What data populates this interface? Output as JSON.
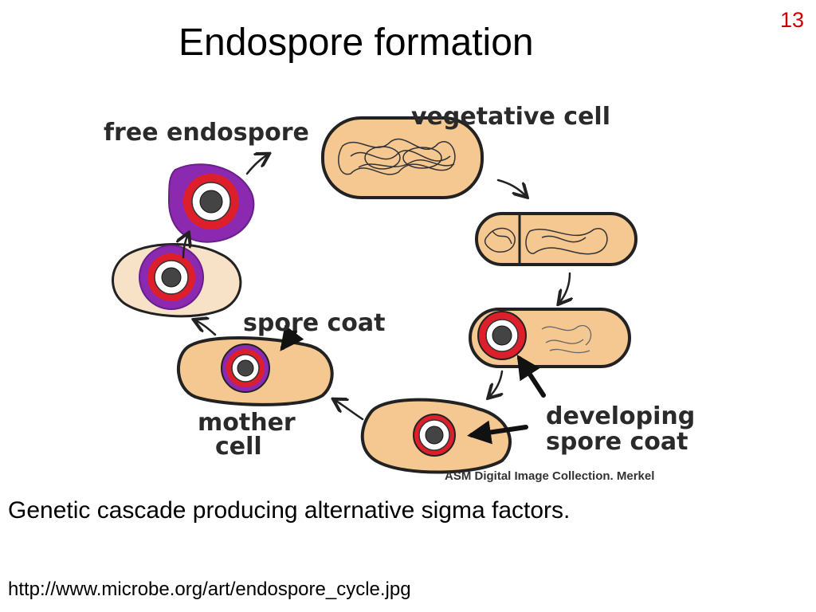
{
  "slide": {
    "title": "Endospore formation",
    "number": "13",
    "caption": "Genetic cascade producing alternative sigma factors.",
    "source_url": "http://www.microbe.org/art/endospore_cycle.jpg"
  },
  "figure": {
    "labels": {
      "vegetative_cell": "vegetative cell",
      "free_endospore": "free endospore",
      "spore_coat": "spore coat",
      "mother": "mother",
      "cell": "cell",
      "developing": "developing",
      "spore_coat_2": "spore coat",
      "credit": "ASM Digital Image Collection. Merkel"
    },
    "colors": {
      "cell_fill": "#f6c891",
      "pale_cell_fill": "#f7e2c8",
      "spore_coat": "#dd1f2b",
      "exosporium": "#8b2ab0",
      "cortex": "#ffffff",
      "outline": "#222222"
    }
  }
}
